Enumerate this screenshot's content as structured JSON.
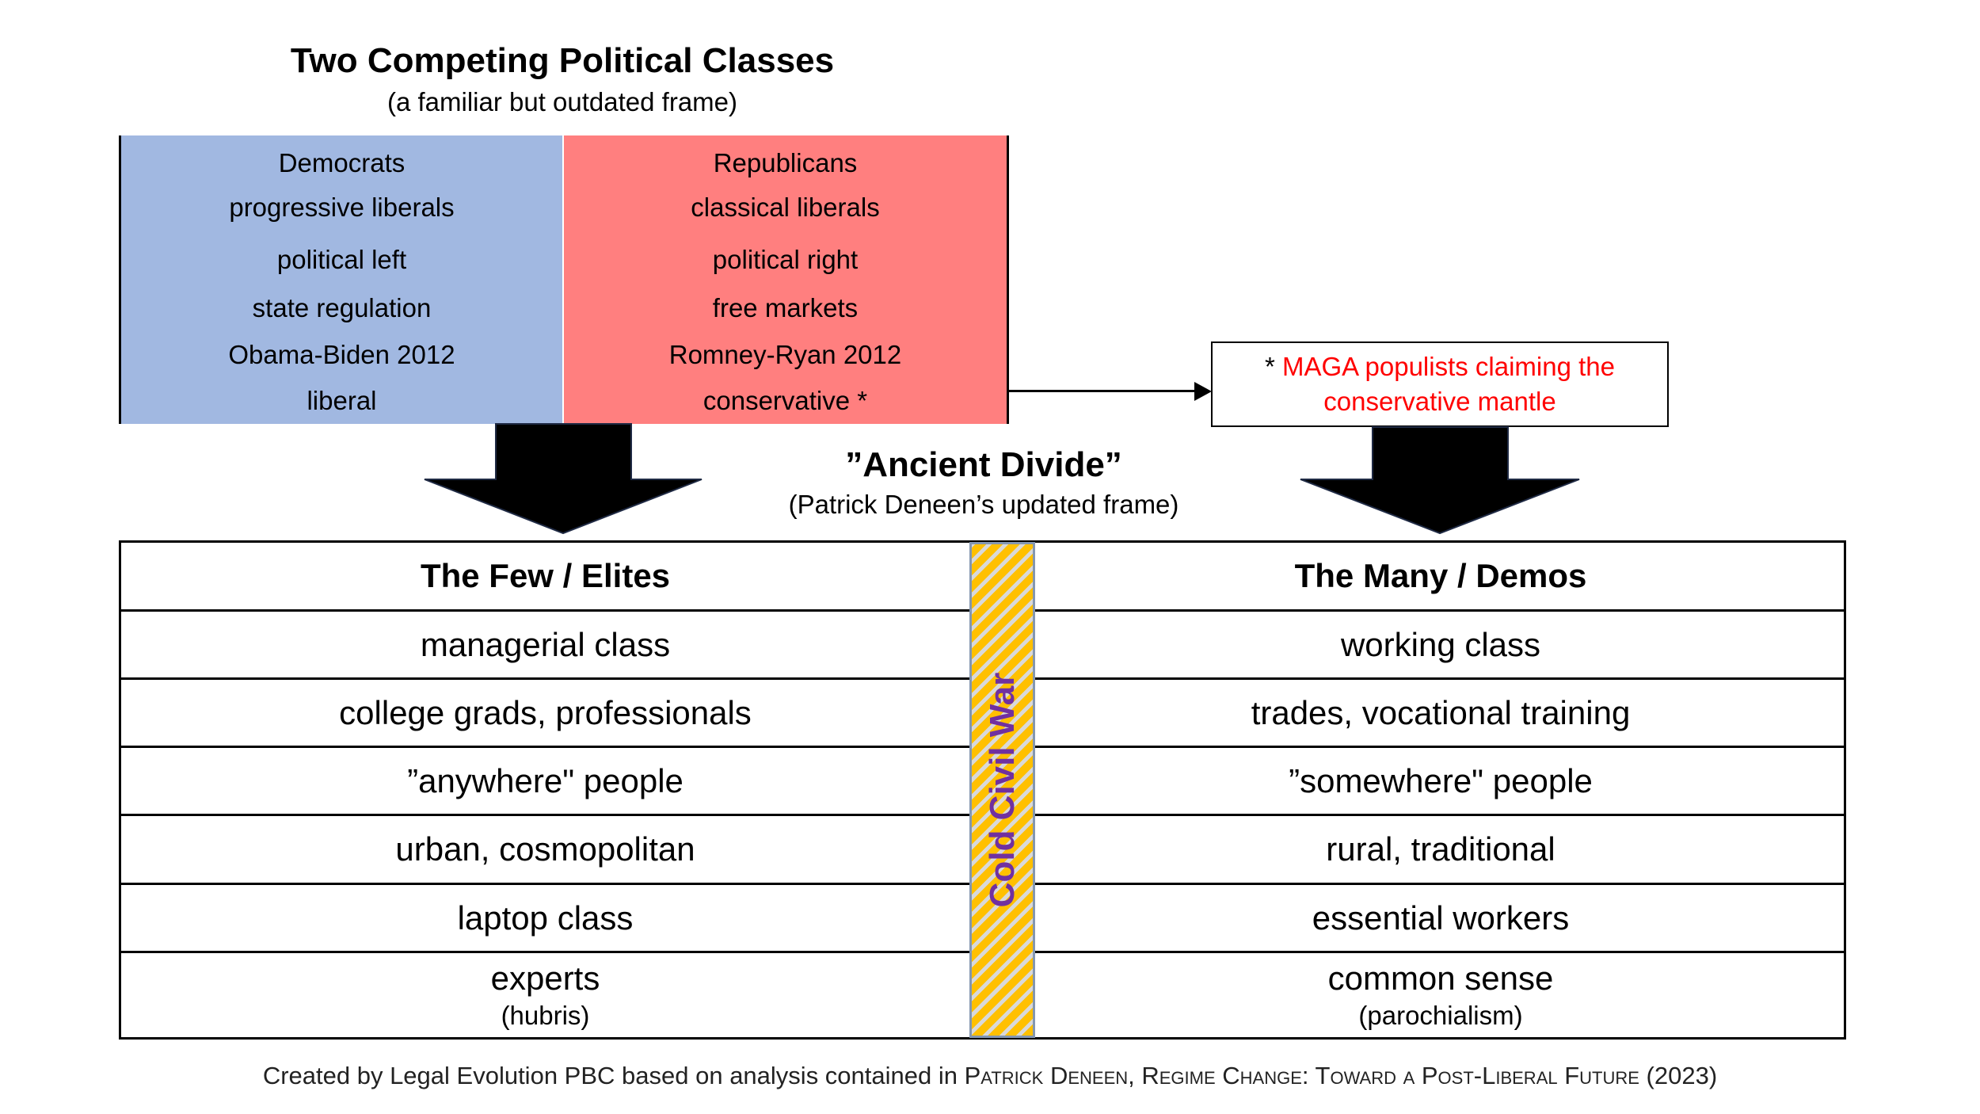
{
  "title": "Two Competing Political Classes",
  "subtitle": "(a familiar but outdated frame)",
  "top_table": {
    "rows": [
      {
        "left": [
          "Democrats",
          "progressive liberals"
        ],
        "right": [
          "Republicans",
          "classical liberals"
        ]
      },
      {
        "left": [
          "political left"
        ],
        "right": [
          "political right"
        ]
      },
      {
        "left": [
          "state regulation"
        ],
        "right": [
          "free markets"
        ]
      },
      {
        "left": [
          "Obama-Biden 2012"
        ],
        "right": [
          "Romney-Ryan 2012"
        ]
      },
      {
        "left": [
          "liberal"
        ],
        "right": [
          "conservative *"
        ]
      }
    ]
  },
  "note": {
    "line1": "* MAGA populists claiming the",
    "line2": "conservative mantle"
  },
  "divide": {
    "title": "”Ancient Divide”",
    "subtitle": "(Patrick Deneen’s updated frame)"
  },
  "bottom_table": {
    "header": {
      "left": "The Few / Elites",
      "right": "The Many / Demos"
    },
    "rows": [
      {
        "left": "managerial class",
        "right": "working class"
      },
      {
        "left": "college grads, professionals",
        "right": "trades, vocational training"
      },
      {
        "left": "”anywhere\" people",
        "right": "”somewhere\" people"
      },
      {
        "left": "urban, cosmopolitan",
        "right": "rural, traditional"
      },
      {
        "left": "laptop class",
        "right": "essential workers"
      }
    ],
    "last": {
      "left": "experts",
      "left_note": "(hubris)",
      "right": "common sense",
      "right_note": "(parochialism)"
    },
    "divider_label": "Cold Civil War"
  },
  "footer": {
    "prefix": "Created by Legal Evolution PBC based on analysis contained in ",
    "citation": "Patrick Deneen, Regime Change: Toward a Post-Liberal Future",
    "year": " (2023)"
  },
  "colors": {
    "democrat": "#a1b8e1",
    "republican": "#ff7f7f",
    "note": "#ff0000",
    "divider_text": "#7030a0",
    "stripe": "#ffc000"
  }
}
